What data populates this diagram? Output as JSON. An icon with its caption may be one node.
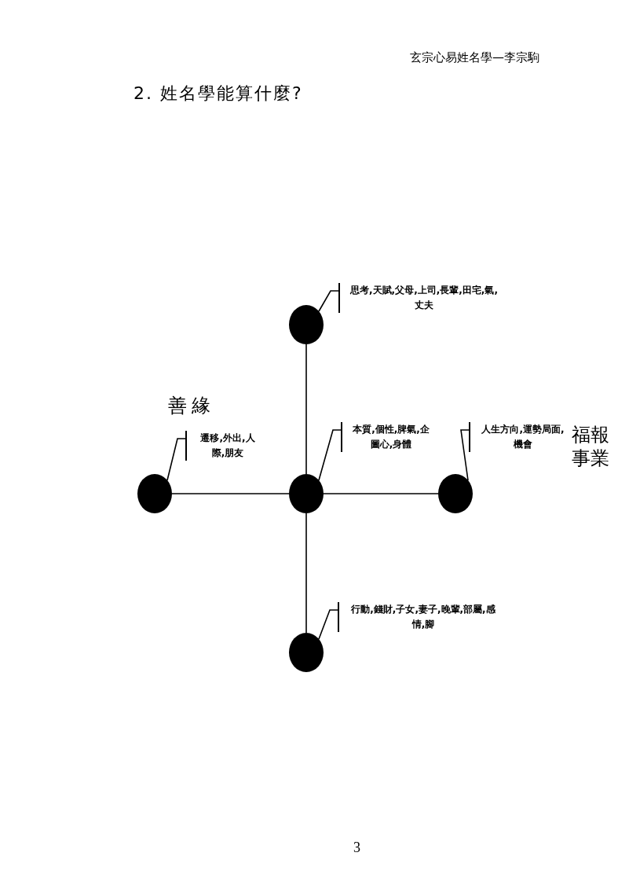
{
  "diagram": {
    "title": "2. 姓名學能算什麼?",
    "nodes": [
      {
        "text": [],
        "shape": "circle"
      },
      {
        "text": [],
        "shape": "circle"
      },
      {
        "text": [],
        "shape": "circle"
      },
      {
        "text": [],
        "shape": "circle"
      },
      {
        "text": [],
        "shape": "circle"
      },
      {
        "text": [
          "思考,天賦,父母,上司,長輩,田宅,氣,丈夫"
        ]
      },
      {
        "text": [
          "遷移,外出,人際,朋友"
        ]
      },
      {
        "text": [
          "本質,個性,脾氣,企圖心,身體"
        ]
      },
      {
        "text": [
          "人生方向,運勢局面,機會"
        ]
      },
      {
        "text": [
          "行動,錢財,子女,妻子,晚輩,部屬,感情,腳"
        ]
      }
    ],
    "edges": [
      {
        "from": 0,
        "to": 2,
        "arrow": "none"
      },
      {
        "from": 1,
        "to": 2,
        "arrow": "none"
      },
      {
        "from": 2,
        "to": 3,
        "arrow": "none"
      },
      {
        "from": 2,
        "to": 4,
        "arrow": "none"
      },
      {
        "from": 5,
        "to": 0,
        "arrow": "none"
      },
      {
        "from": 6,
        "to": 1,
        "arrow": "none"
      },
      {
        "from": 7,
        "to": 2,
        "arrow": "none"
      },
      {
        "from": 8,
        "to": 3,
        "arrow": "none"
      },
      {
        "from": 9,
        "to": 4,
        "arrow": "none"
      }
    ],
    "labels": [
      "玄宗心易姓名學—李宗駒",
      "善緣",
      "福報事業",
      "3"
    ]
  }
}
